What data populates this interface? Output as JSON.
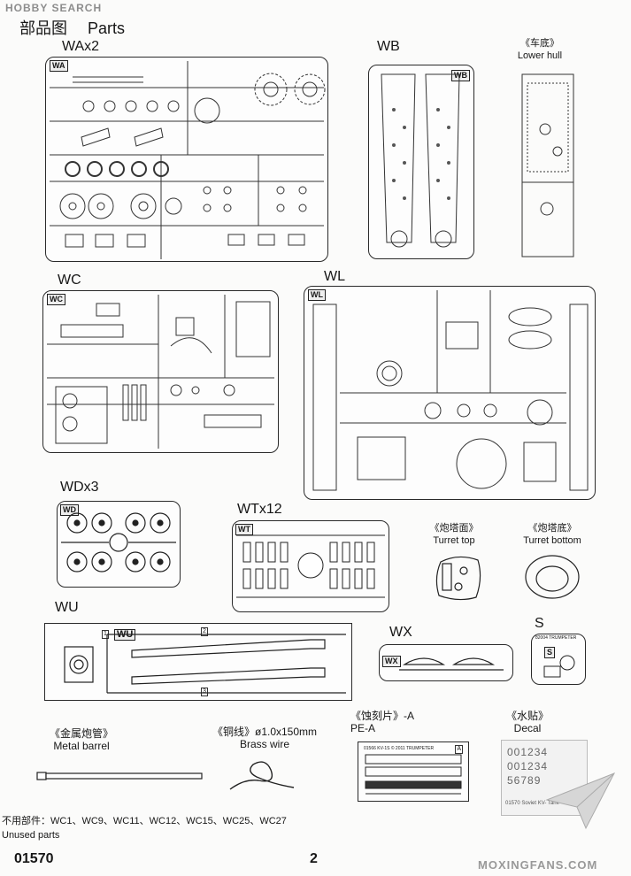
{
  "watermark_top": {
    "logo": "HOBBY SEARCH"
  },
  "watermark_bottom": "MOXINGFANS.COM",
  "header": {
    "title_cn": "部品图",
    "title_en": "Parts"
  },
  "sprues": {
    "wa": {
      "label": "WAx2",
      "tag": "WA"
    },
    "wb": {
      "label": "WB",
      "tag": "WB"
    },
    "lower_hull": {
      "label_cn": "《车底》",
      "label_en": "Lower hull"
    },
    "wc": {
      "label": "WC",
      "tag": "WC"
    },
    "wl": {
      "label": "WL",
      "tag": "WL"
    },
    "wd": {
      "label": "WDx3",
      "tag": "WD"
    },
    "wt": {
      "label": "WTx12",
      "tag": "WT"
    },
    "turret_top": {
      "label_cn": "《炮塔面》",
      "label_en": "Turret top"
    },
    "turret_bottom": {
      "label_cn": "《炮塔底》",
      "label_en": "Turret bottom"
    },
    "wu": {
      "label": "WU",
      "tag": "WU",
      "nums": [
        "1",
        "2",
        "3"
      ]
    },
    "wx": {
      "label": "WX",
      "tag": "WX"
    },
    "s": {
      "label": "S",
      "tag": "S",
      "header": "82004 TRUMPETER"
    },
    "metal_barrel": {
      "label_cn": "《金属炮管》",
      "label_en": "Metal barrel"
    },
    "brass_wire": {
      "label_cn": "《铜线》ø1.0x150mm",
      "label_en": "Brass wire"
    },
    "pe": {
      "label_cn": "《蚀刻片》-A",
      "label_en": "PE-A",
      "header": "01566 KV-1S © 2011 TRUMPETER",
      "tag": "A"
    },
    "decal": {
      "label_cn": "《水贴》",
      "label_en": "Decal",
      "rows": [
        "001234",
        "001234",
        "56789"
      ],
      "caption": "01570 Soviet KV-  Tank"
    }
  },
  "unused": {
    "label_cn": "不用部件：WC1、WC9、WC11、WC12、WC15、WC25、WC27",
    "label_en": "Unused parts"
  },
  "footer": {
    "code": "01570",
    "page": "2"
  }
}
